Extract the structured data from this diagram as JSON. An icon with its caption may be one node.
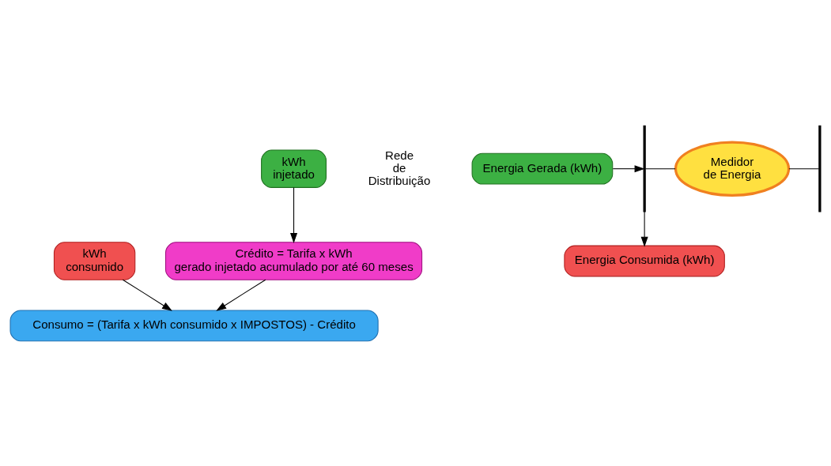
{
  "diagram": {
    "nodes": [
      {
        "text": [
          "Consumo = (Tarifa x kWh consumido x IMPOSTOS) - Crédito"
        ]
      },
      {
        "text": [
          "kWh consumido"
        ]
      },
      {
        "text": [
          "Rede de Distribuição"
        ]
      },
      {
        "text": [
          "Energia Consumida (kWh)"
        ]
      },
      {
        "text": [
          "Medidor de Energia"
        ]
      },
      {
        "text": [
          "Energia Gerada (kWh)"
        ]
      },
      {
        "text": [
          "kWh injetado"
        ]
      },
      {
        "text": [
          "Crédito = Tarifa x kWh gerado injetado acumulado por até 60 meses"
        ]
      },
      {
        "text": [],
        "shape": "bar"
      },
      {
        "text": [],
        "shape": "bar"
      }
    ],
    "edges": [
      {
        "from": 1,
        "to": 0,
        "arrow": "to"
      },
      {
        "from": 7,
        "to": 0,
        "arrow": "to"
      },
      {
        "from": 6,
        "to": 7,
        "arrow": "to"
      },
      {
        "from": 8,
        "to": 3,
        "arrow": "to"
      },
      {
        "from": 5,
        "to": 8,
        "arrow": "to"
      },
      {
        "from": 8,
        "to": 4,
        "arrow": "none"
      },
      {
        "from": 4,
        "to": 9,
        "arrow": "none"
      }
    ]
  }
}
